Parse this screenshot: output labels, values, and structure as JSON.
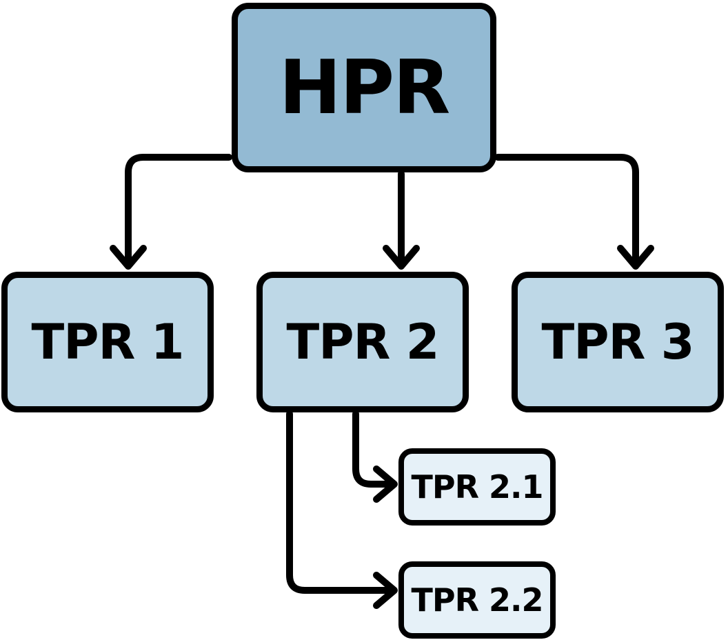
{
  "colors": {
    "root_fill": "#93bad3",
    "level1_fill": "#bed8e7",
    "level2_fill": "#e6f1f8",
    "stroke": "#000000"
  },
  "nodes": {
    "root": "HPR",
    "tpr1": "TPR 1",
    "tpr2": "TPR 2",
    "tpr3": "TPR 3",
    "tpr21": "TPR 2.1",
    "tpr22": "TPR 2.2"
  }
}
